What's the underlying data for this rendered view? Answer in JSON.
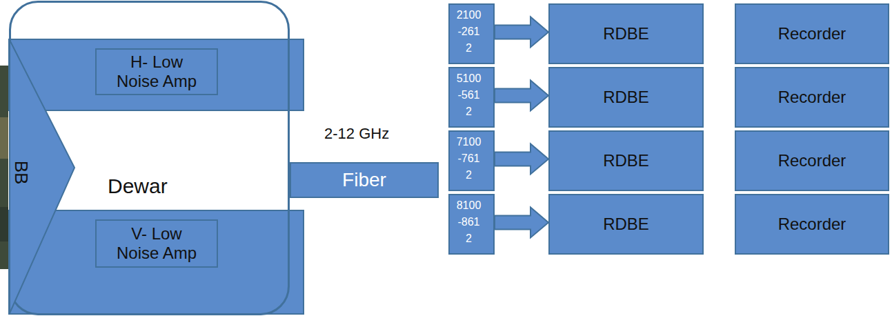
{
  "diagram": {
    "nodes": [
      {
        "text": [
          "Dewar"
        ]
      },
      {
        "text": [
          "BB"
        ],
        "in": 0
      },
      {
        "text": [
          "H- Low Noise Amp"
        ],
        "in": 0
      },
      {
        "text": [
          "V- Low Noise Amp"
        ],
        "in": 0
      },
      {
        "text": [
          "Fiber"
        ]
      },
      {
        "text": [
          "2100-2612"
        ]
      },
      {
        "text": [
          "5100-5612"
        ]
      },
      {
        "text": [
          "7100-7612"
        ]
      },
      {
        "text": [
          "8100-8612"
        ]
      },
      {
        "text": [
          "RDBE"
        ]
      },
      {
        "text": [
          "RDBE"
        ]
      },
      {
        "text": [
          "RDBE"
        ]
      },
      {
        "text": [
          "RDBE"
        ]
      },
      {
        "text": [
          "Recorder"
        ]
      },
      {
        "text": [
          "Recorder"
        ]
      },
      {
        "text": [
          "Recorder"
        ]
      },
      {
        "text": [
          "Recorder"
        ]
      }
    ],
    "edges": [
      {
        "from": 5,
        "to": 9,
        "arrow": "to"
      },
      {
        "from": 6,
        "to": 10,
        "arrow": "to"
      },
      {
        "from": 7,
        "to": 11,
        "arrow": "to"
      },
      {
        "from": 8,
        "to": 12,
        "arrow": "to"
      }
    ],
    "labels": [
      "2-12 GHz"
    ]
  }
}
